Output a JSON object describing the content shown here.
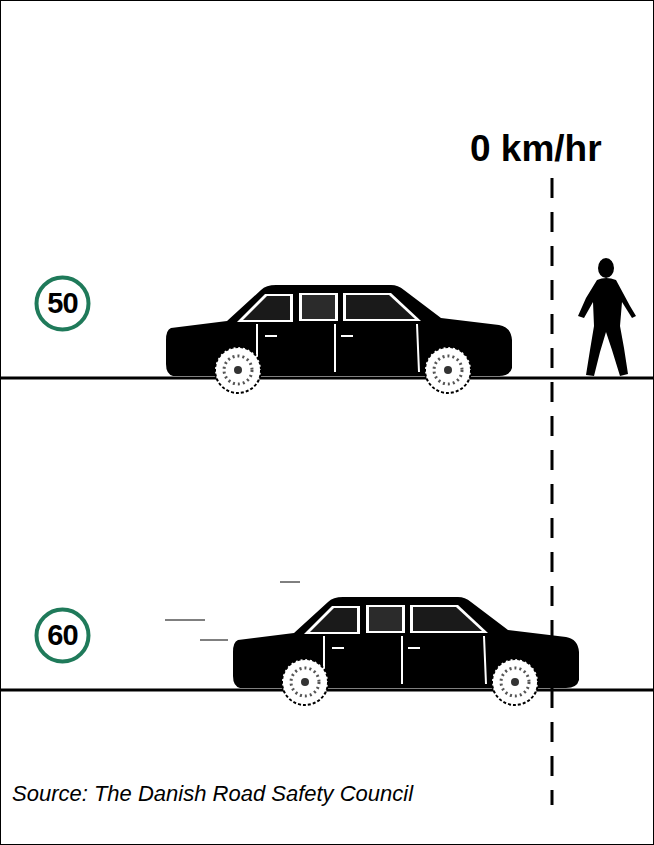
{
  "diagram": {
    "caption": "Source: The Danish Road Safety Council",
    "nodes": [
      {
        "text": [
          "50"
        ]
      },
      {
        "text": [
          "60"
        ]
      }
    ],
    "labels": [
      "0 km/hr"
    ]
  }
}
